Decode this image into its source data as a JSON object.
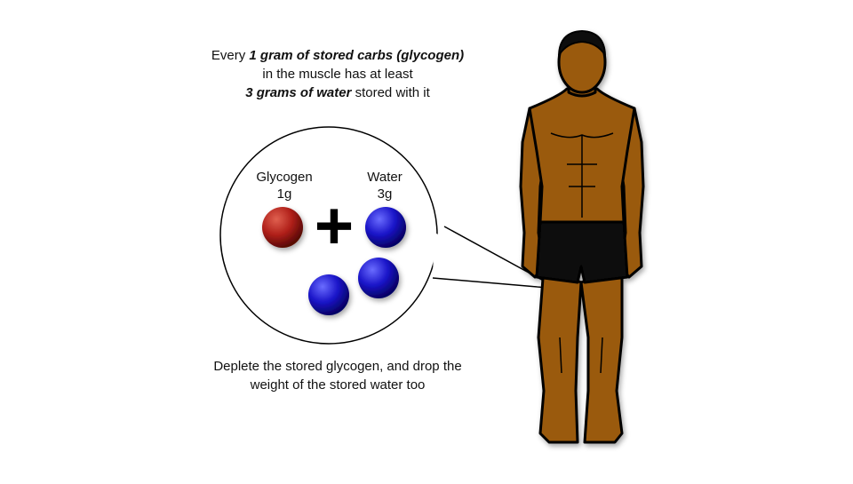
{
  "top_caption": {
    "line1_prefix": "Every ",
    "line1_em": "1 gram of stored carbs (glycogen)",
    "line2": "in the muscle has at least",
    "line3_em": "3 grams of water",
    "line3_suffix": " stored with it"
  },
  "molecules": {
    "glycogen_name": "Glycogen",
    "glycogen_amount": "1g",
    "water_name": "Water",
    "water_amount": "3g",
    "plus_symbol": "+"
  },
  "bottom_caption": {
    "line1": "Deplete the stored glycogen, and drop the",
    "line2": "weight of the stored water too"
  },
  "colors": {
    "glycogen": "#b0201a",
    "water": "#1a14c8",
    "skin": "#9a5a10",
    "shorts": "#111111",
    "outline": "#000000"
  }
}
